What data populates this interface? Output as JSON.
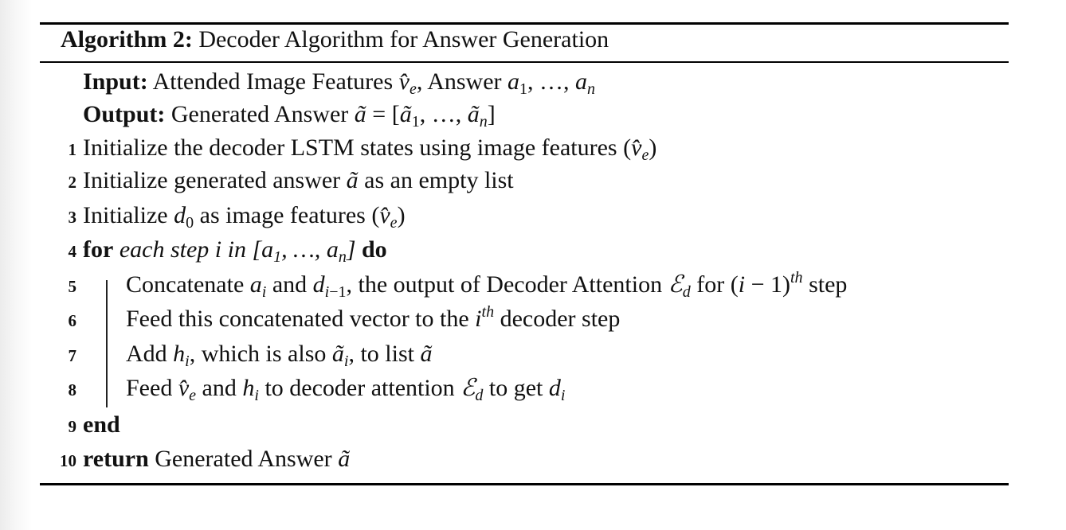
{
  "algorithm": {
    "label": "Algorithm 2:",
    "title": "Decoder Algorithm for Answer Generation",
    "input_label": "Input:",
    "input_text": "Attended Image Features v̂_e, Answer a_1, …, a_n",
    "output_label": "Output:",
    "output_text": "Generated Answer ã = [ã_1, …, ã_n]",
    "lines": [
      {
        "num": "1",
        "text": "Initialize the decoder LSTM states using image features (v̂_e)"
      },
      {
        "num": "2",
        "text": "Initialize generated answer ã as an empty list"
      },
      {
        "num": "3",
        "text": "Initialize d_0 as image features (v̂_e)"
      },
      {
        "num": "4",
        "keyword": "for",
        "text": "each step i in [a_1, …, a_n]",
        "keyword2": "do"
      },
      {
        "num": "5",
        "text": "Concatenate a_i and d_{i−1}, the output of Decoder Attention ℰ_d for (i−1)^th step"
      },
      {
        "num": "6",
        "text": "Feed this concatenated vector to the i^th decoder step"
      },
      {
        "num": "7",
        "text": "Add h_i, which is also ã_i, to list ã"
      },
      {
        "num": "8",
        "text": "Feed v̂_e and h_i to decoder attention ℰ_d to get d_i"
      },
      {
        "num": "9",
        "keyword": "end"
      },
      {
        "num": "10",
        "keyword": "return",
        "text": "Generated Answer ã"
      }
    ],
    "parts": {
      "l1a": "Initialize the decoder LSTM states using image features (",
      "l2a": "Initialize generated answer ",
      "l2b": " as an empty list",
      "l3a": "Initialize ",
      "l3b": " as image features (",
      "l4a": "each step i in [",
      "l5a": "Concatenate ",
      "l5b": " and ",
      "l5c": ", the output of Decoder Attention ",
      "l5d": " for (",
      "l5e": " − 1)",
      "l5f": " step",
      "l6a": "Feed this concatenated vector to the ",
      "l6b": " decoder step",
      "l7a": "Add ",
      "l7b": ", which is also ",
      "l7c": ", to list ",
      "l8a": "Feed ",
      "l8b": " and ",
      "l8c": " to decoder attention ",
      "l8d": " to get ",
      "l10a": "Generated Answer ",
      "inA": "Attended Image Features ",
      "inB": ", Answer ",
      "outA": "Generated Answer "
    }
  }
}
